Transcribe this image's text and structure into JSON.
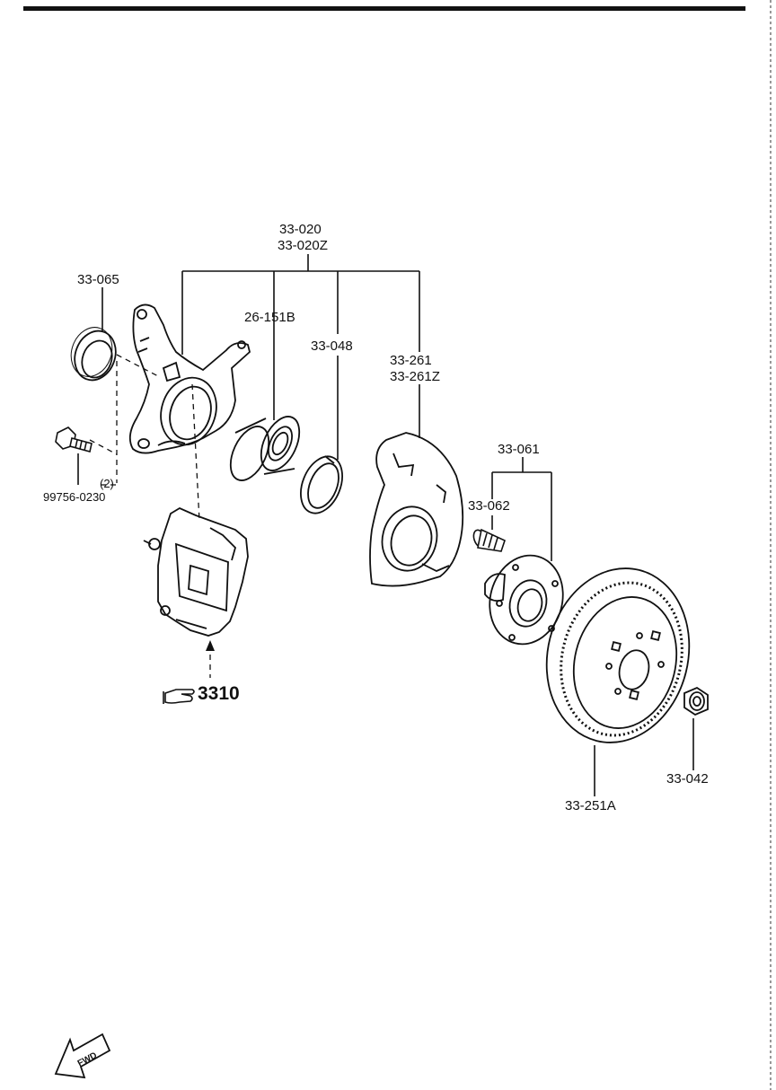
{
  "diagram": {
    "parts": [
      {
        "id": "knuckle-assembly",
        "labels": [
          "33-020",
          "33-020Z"
        ]
      },
      {
        "id": "dust-seal",
        "labels": [
          "33-065"
        ]
      },
      {
        "id": "wheel-bearing",
        "labels": [
          "26-151B"
        ]
      },
      {
        "id": "snap-ring",
        "labels": [
          "33-048"
        ]
      },
      {
        "id": "dust-cover",
        "labels": [
          "33-261",
          "33-261Z"
        ]
      },
      {
        "id": "hub-assembly",
        "labels": [
          "33-061"
        ]
      },
      {
        "id": "hub-bolt",
        "labels": [
          "33-062"
        ]
      },
      {
        "id": "brake-disc",
        "labels": [
          "33-251A"
        ]
      },
      {
        "id": "lock-nut",
        "labels": [
          "33-042"
        ]
      },
      {
        "id": "knuckle-bolt",
        "labels": [
          "99756-0230"
        ],
        "quantity": "(2)"
      }
    ],
    "reference": {
      "label": "3310",
      "icon": "pointing-hand-icon"
    },
    "direction": {
      "label": "FWD",
      "icon": "forward-arrow-icon"
    }
  }
}
